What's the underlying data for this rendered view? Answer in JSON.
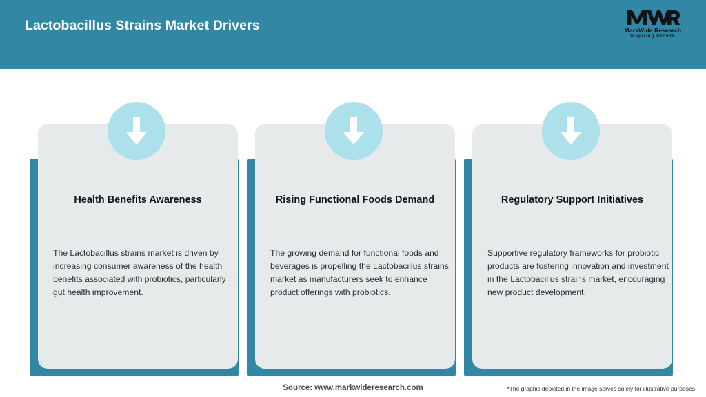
{
  "header": {
    "title": "Lactobacillus Strains Market Drivers",
    "bg_color": "#3288a4",
    "title_color": "#ffffff"
  },
  "logo": {
    "mark": "MWR",
    "name": "MarkWide Research",
    "tagline": "Inspiring Growth"
  },
  "theme": {
    "accent": "#3288a4",
    "card_bg": "#e6eaeb",
    "icon_circle": "#ace0ea",
    "arrow": "#ffffff",
    "page_bg": "#ffffff"
  },
  "cards": [
    {
      "icon": "down-arrow-icon",
      "title": "Health Benefits Awareness",
      "body": "The Lactobacillus strains market is driven by increasing consumer awareness of the health benefits associated with probiotics, particularly gut health improvement."
    },
    {
      "icon": "down-arrow-icon",
      "title": "Rising Functional Foods Demand",
      "body": "The growing demand for functional foods and beverages is propelling the Lactobacillus strains market as manufacturers seek to enhance product offerings with probiotics."
    },
    {
      "icon": "down-arrow-icon",
      "title": "Regulatory Support Initiatives",
      "body": "Supportive regulatory frameworks for probiotic products are fostering innovation and investment in the Lactobacillus strains market, encouraging new product development."
    }
  ],
  "footer": {
    "source": "Source: www.markwideresearch.com",
    "disclaimer": "*The graphic depicted in the image serves solely for illustrative purposes"
  }
}
